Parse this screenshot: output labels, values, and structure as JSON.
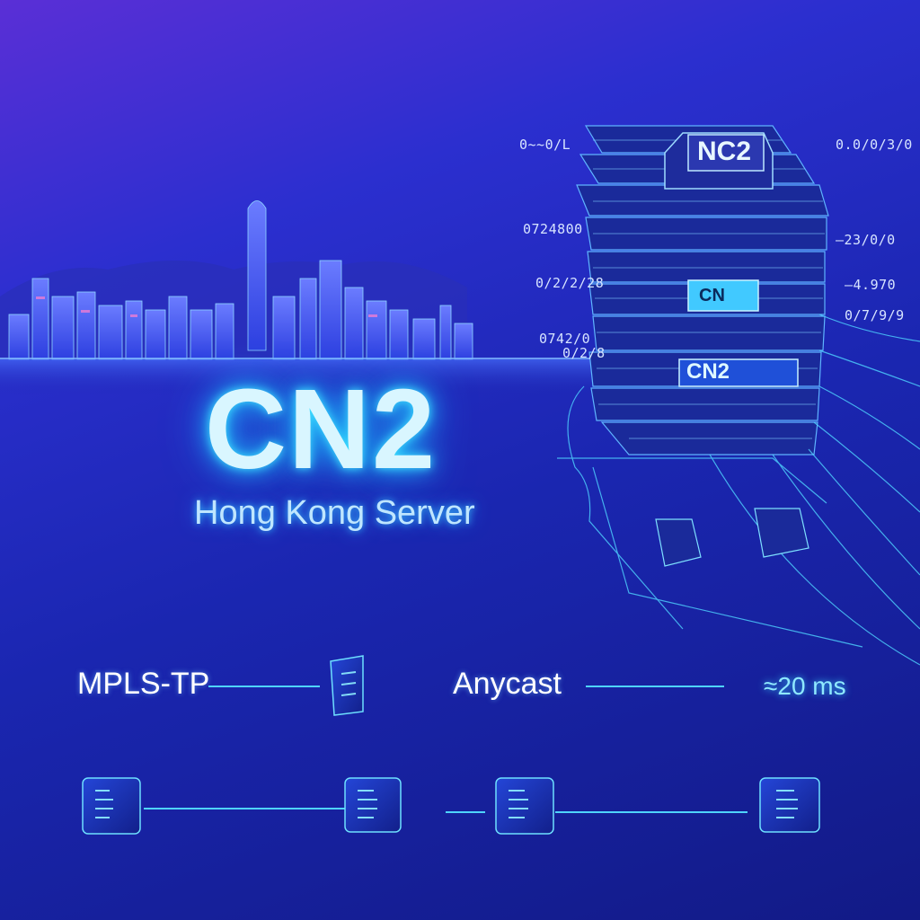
{
  "title": "CN2",
  "subtitle": "Hong Kong Server",
  "rack": {
    "panel_top": "NC2",
    "panel_mid": "CN",
    "panel_low": "CN2"
  },
  "tags": {
    "left_1": "0~~0/L",
    "left_2": "0724800",
    "left_3": "0/2/2/28",
    "left_4a": "0742/0",
    "left_4b": "0/2/8",
    "right_1": "0.0/0/3/0",
    "right_2": "—23/0/0",
    "right_3": "—4.970",
    "right_4": "0/7/9/9"
  },
  "features": {
    "mpls": "MPLS-TP",
    "anycast": "Anycast",
    "latency": "≈20 ms"
  },
  "colors": {
    "neon": "#39d0ff",
    "accent": "#2a8cff",
    "bg_top": "#5a2fd6",
    "bg_bottom": "#121a86"
  }
}
